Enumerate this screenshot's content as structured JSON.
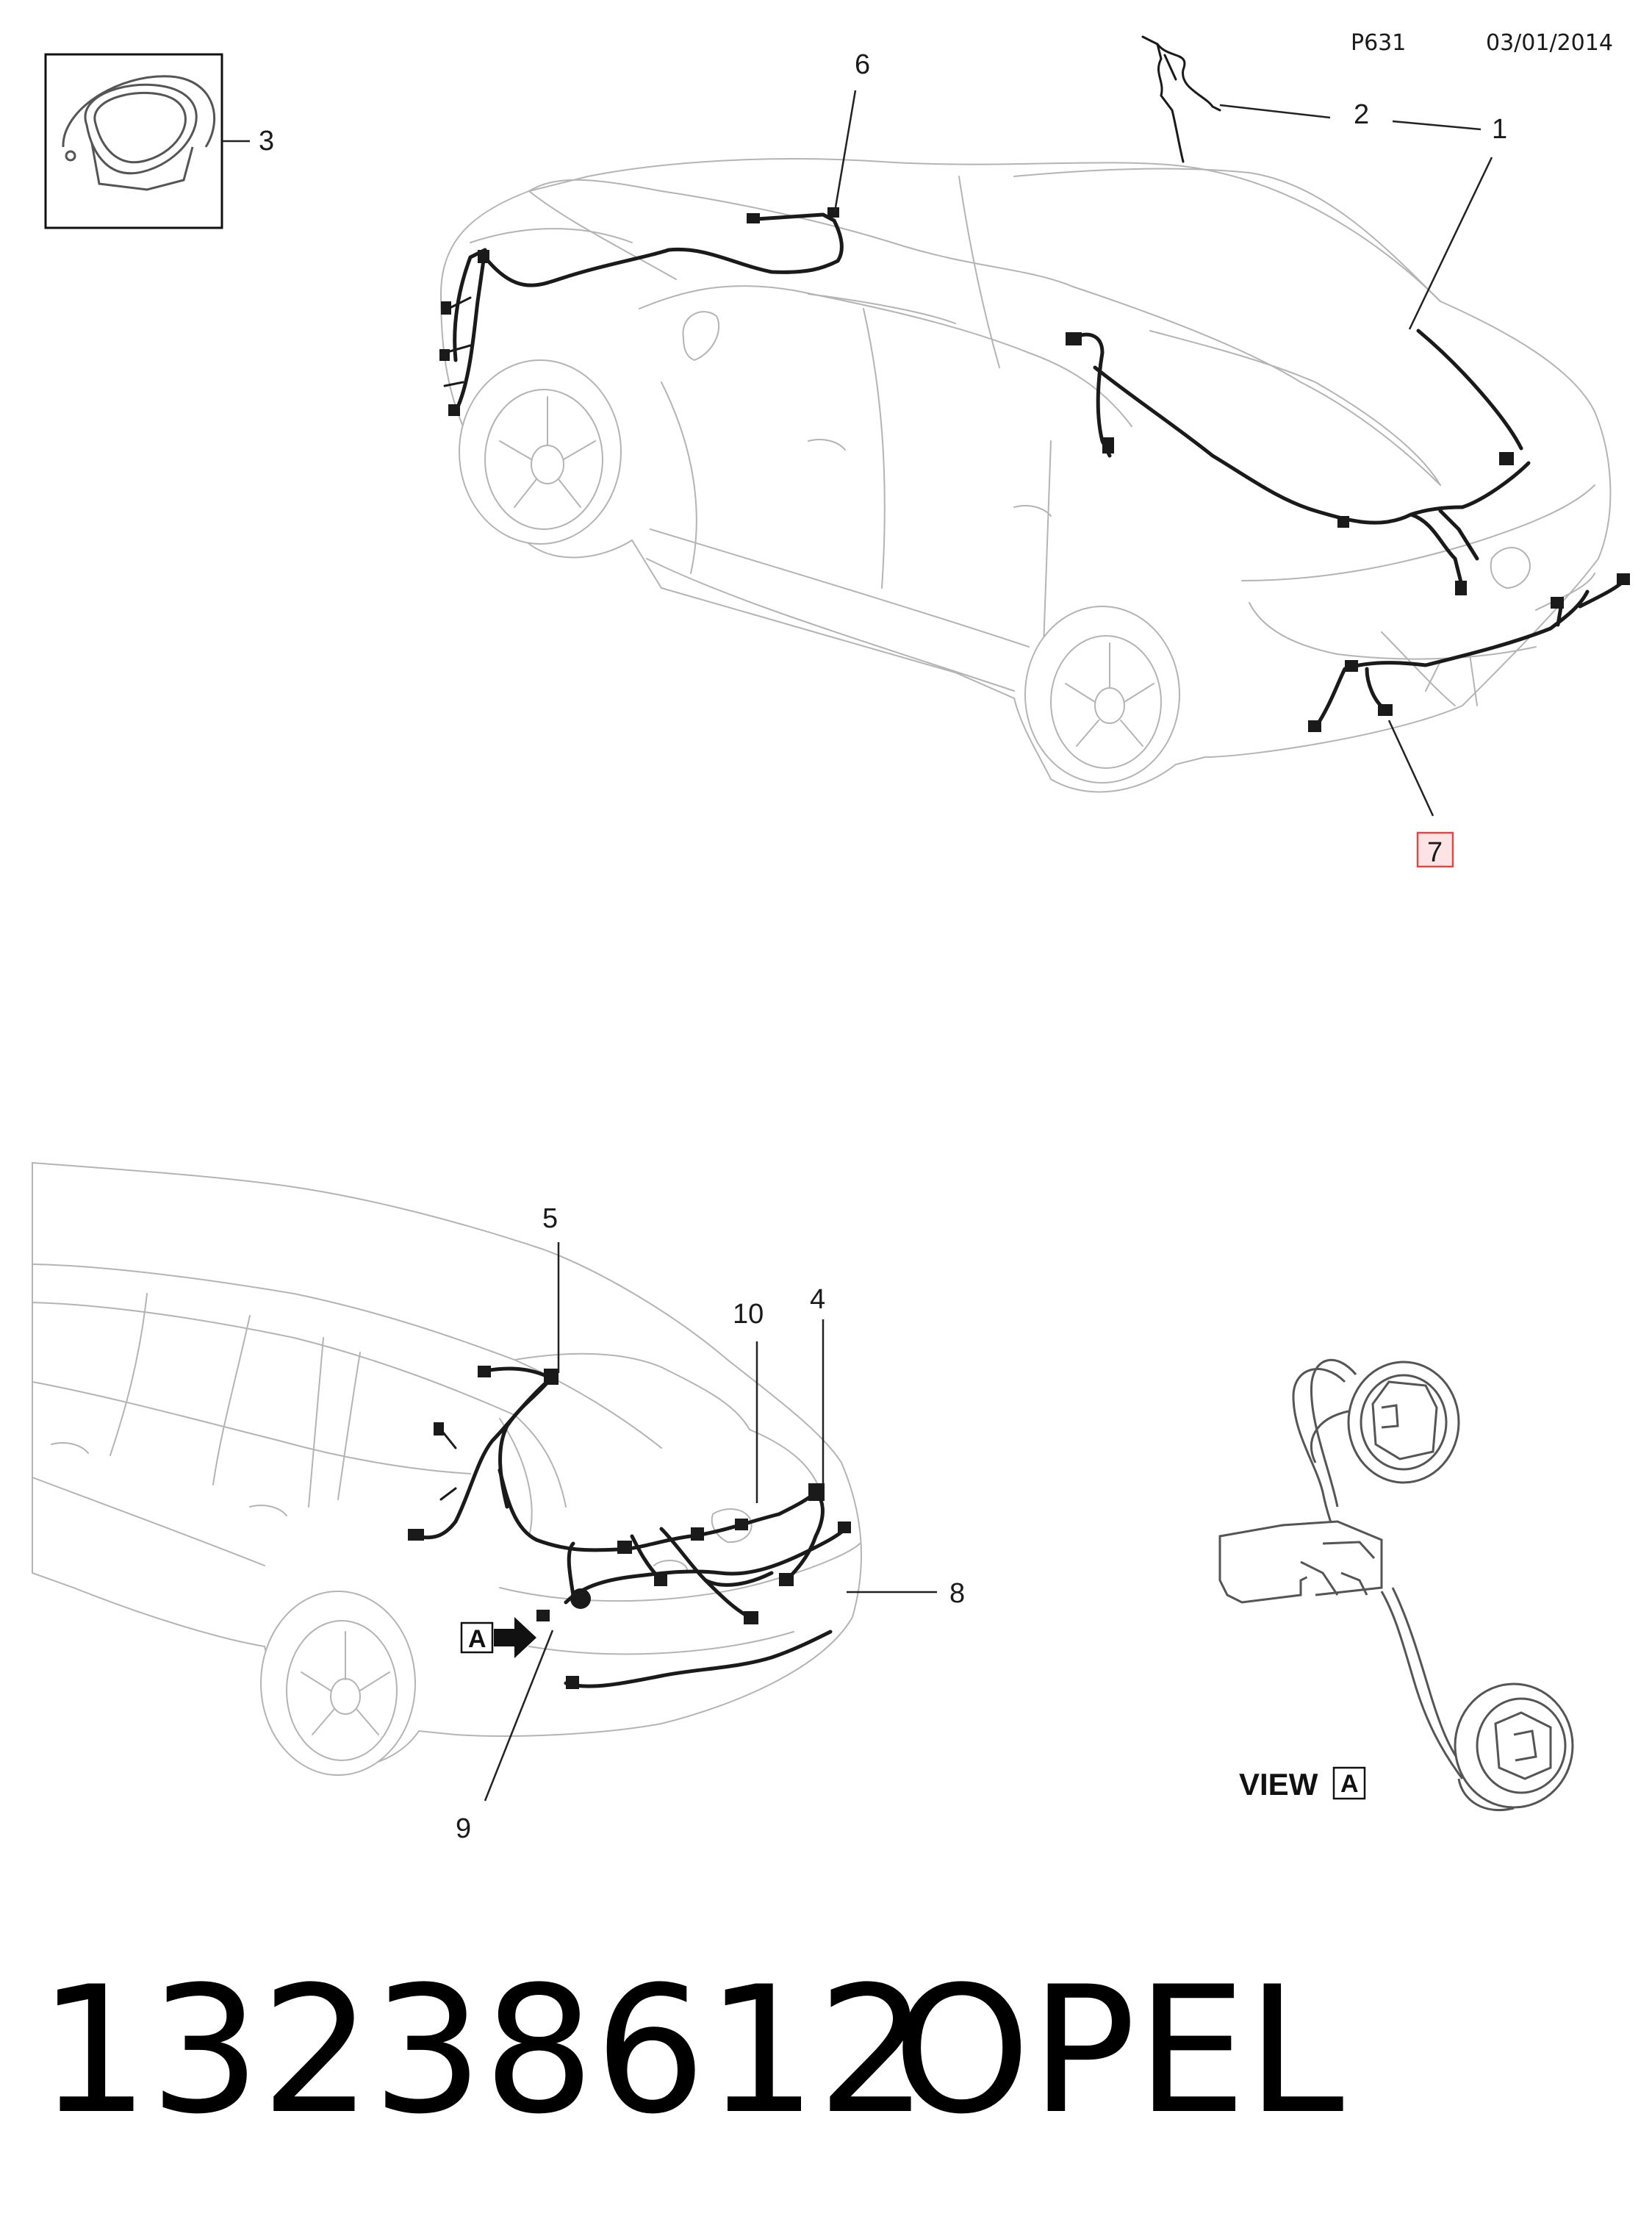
{
  "header": {
    "page_code": "P631",
    "date": "03/01/2014"
  },
  "callouts": [
    "1",
    "2",
    "3",
    "4",
    "5",
    "6",
    "7",
    "8",
    "9",
    "10"
  ],
  "highlighted_callout": "7",
  "view_label": {
    "text": "VIEW",
    "letter": "A"
  },
  "view_marker": {
    "letter": "A"
  },
  "footer": {
    "part_number": "13238612",
    "brand": "OPEL"
  }
}
